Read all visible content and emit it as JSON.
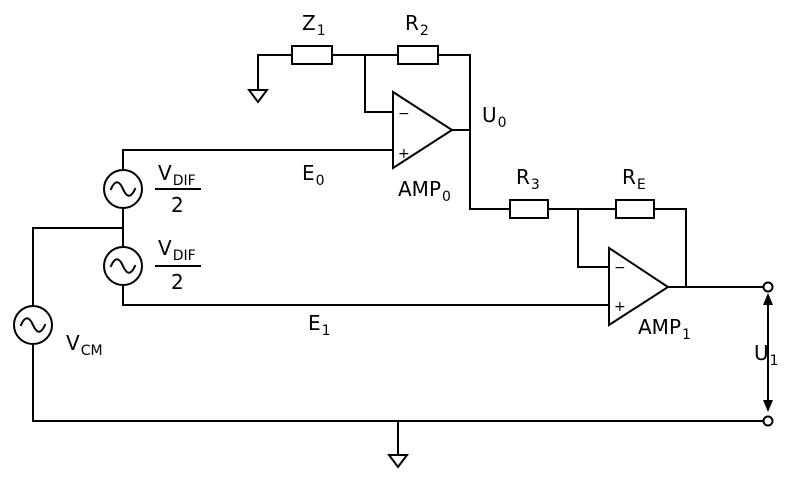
{
  "labels": {
    "z1": {
      "base": "Z",
      "sub": "1"
    },
    "r2": {
      "base": "R",
      "sub": "2"
    },
    "r3": {
      "base": "R",
      "sub": "3"
    },
    "re": {
      "base": "R",
      "sub": "E"
    },
    "u0": {
      "base": "U",
      "sub": "0"
    },
    "u1": {
      "base": "U",
      "sub": "1"
    },
    "e0": {
      "base": "E",
      "sub": "0"
    },
    "e1": {
      "base": "E",
      "sub": "1"
    },
    "amp0": {
      "base": "AMP",
      "sub": "0"
    },
    "amp1": {
      "base": "AMP",
      "sub": "1"
    },
    "vdif_top": {
      "base": "V",
      "sub": "DIF",
      "den": "2"
    },
    "vdif_bot": {
      "base": "V",
      "sub": "DIF",
      "den": "2"
    },
    "vcm": {
      "base": "V",
      "sub": "CM"
    }
  },
  "opamp_signs": {
    "minus": "−",
    "plus": "+"
  },
  "colors": {
    "ink": "#000000",
    "background": "#ffffff"
  }
}
